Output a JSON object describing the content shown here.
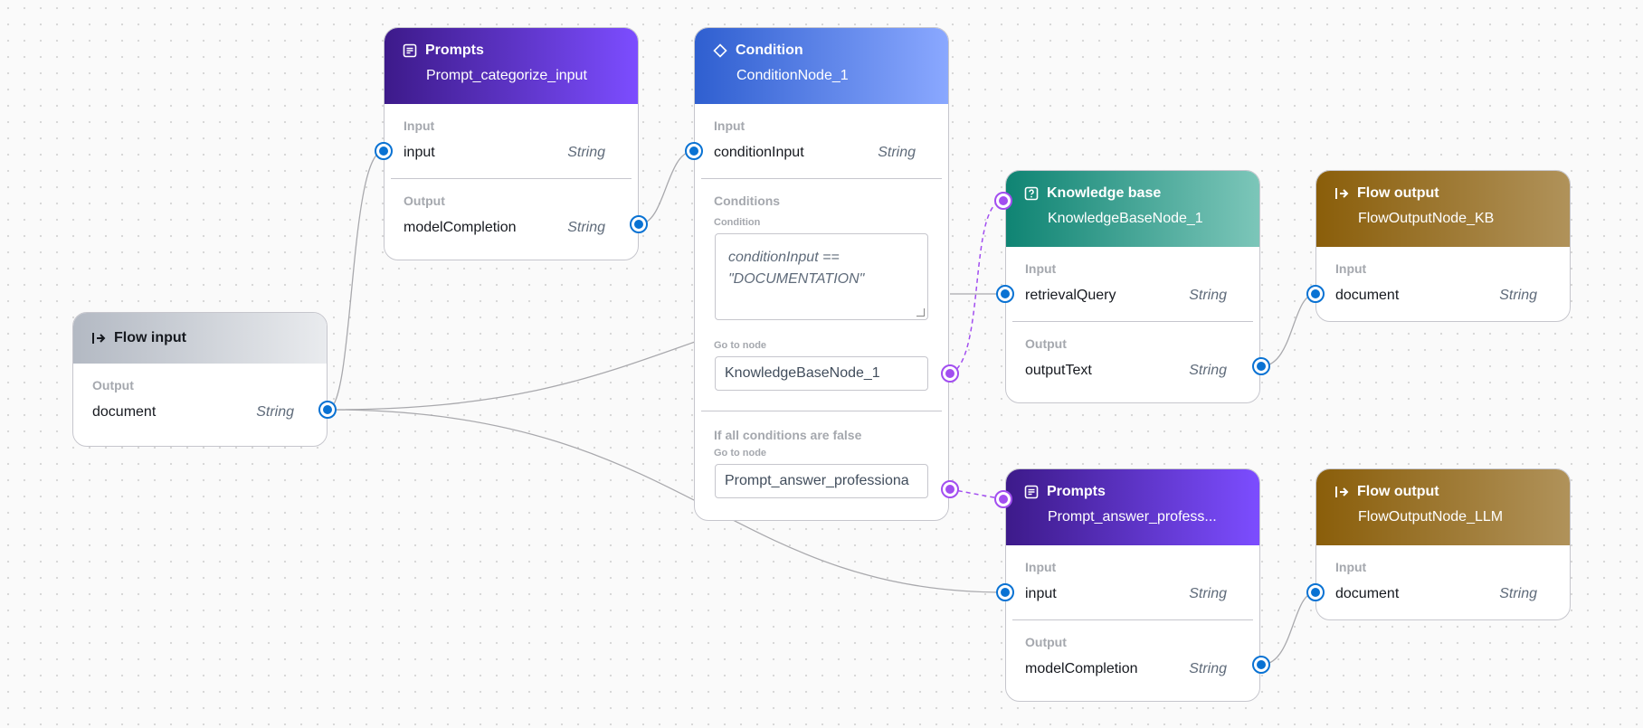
{
  "nodes": {
    "flow_input": {
      "type": "Flow input",
      "output_label": "Output",
      "output_name": "document",
      "output_type": "String",
      "icon": "flow-input-icon"
    },
    "prompt_categorize": {
      "type": "Prompts",
      "name": "Prompt_categorize_input",
      "input_label": "Input",
      "input_name": "input",
      "input_type": "String",
      "output_label": "Output",
      "output_name": "modelCompletion",
      "output_type": "String",
      "icon": "prompt-icon"
    },
    "condition": {
      "type": "Condition",
      "name": "ConditionNode_1",
      "input_label": "Input",
      "input_name": "conditionInput",
      "input_type": "String",
      "conditions_label": "Conditions",
      "condition_label": "Condition",
      "condition_expression_line1": "conditionInput ==",
      "condition_expression_line2": "\"DOCUMENTATION\"",
      "goto_label": "Go to node",
      "goto_value": "KnowledgeBaseNode_1",
      "else_label": "If all conditions are false",
      "else_goto_label": "Go to node",
      "else_goto_value": "Prompt_answer_professiona",
      "icon": "condition-diamond-icon"
    },
    "knowledge_base": {
      "type": "Knowledge base",
      "name": "KnowledgeBaseNode_1",
      "input_label": "Input",
      "input_name": "retrievalQuery",
      "input_type": "String",
      "output_label": "Output",
      "output_name": "outputText",
      "output_type": "String",
      "icon": "knowledge-base-icon"
    },
    "prompt_answer": {
      "type": "Prompts",
      "name": "Prompt_answer_profess...",
      "input_label": "Input",
      "input_name": "input",
      "input_type": "String",
      "output_label": "Output",
      "output_name": "modelCompletion",
      "output_type": "String",
      "icon": "prompt-icon"
    },
    "flow_output_kb": {
      "type": "Flow output",
      "name": "FlowOutputNode_KB",
      "input_label": "Input",
      "input_name": "document",
      "input_type": "String",
      "icon": "flow-output-icon"
    },
    "flow_output_llm": {
      "type": "Flow output",
      "name": "FlowOutputNode_LLM",
      "input_label": "Input",
      "input_name": "document",
      "input_type": "String",
      "icon": "flow-output-icon"
    }
  },
  "colors": {
    "data_edge": "#a9a9ad",
    "condition_edge": "#a24ef0",
    "handle_blue": "#0972d3",
    "handle_purple": "#a24ef0"
  }
}
